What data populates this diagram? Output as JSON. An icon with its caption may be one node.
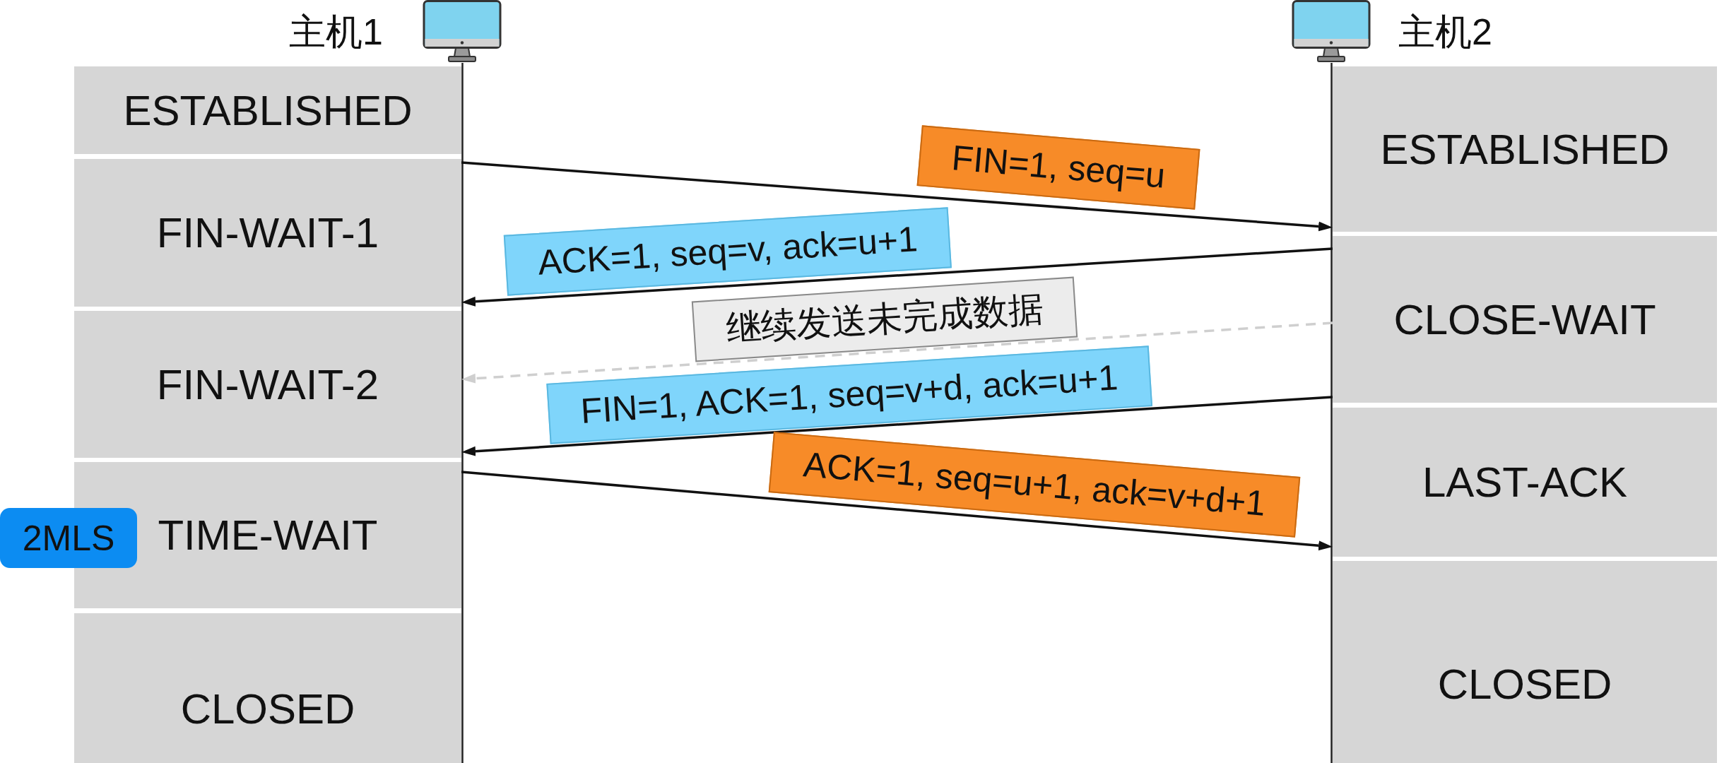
{
  "diagram": {
    "nodes": [
      {
        "text": [
          "ESTABLISHED"
        ]
      },
      {
        "text": [
          "FIN-WAIT-1"
        ]
      },
      {
        "text": [
          "FIN-WAIT-2"
        ]
      },
      {
        "text": [
          "2MLS"
        ]
      },
      {
        "text": [
          "TIME-WAIT"
        ]
      },
      {
        "text": [
          "CLOSED"
        ]
      },
      {
        "text": [
          "ESTABLISHED"
        ]
      },
      {
        "text": [
          "CLOSE-WAIT"
        ]
      },
      {
        "text": [
          "LAST-ACK"
        ]
      },
      {
        "text": [
          "CLOSED"
        ]
      }
    ],
    "edges": [
      {
        "from": 1,
        "to": 6,
        "arrow": "to",
        "label": "FIN=1, seq=u"
      },
      {
        "from": 7,
        "to": 1,
        "arrow": "to",
        "label": "ACK=1, seq=v, ack=u+1"
      },
      {
        "from": 7,
        "to": 2,
        "arrow": "to",
        "label": "继续发送未完成数据",
        "style": "dashed",
        "color": "#cfcfcf"
      },
      {
        "from": 7,
        "to": 2,
        "arrow": "to",
        "label": "FIN=1, ACK=1, seq=v+d, ack=u+1"
      },
      {
        "from": 4,
        "to": 8,
        "arrow": "to",
        "label": "ACK=1, seq=u+1, ack=v+d+1"
      }
    ],
    "labels": [
      "主机1",
      "主机2"
    ]
  }
}
